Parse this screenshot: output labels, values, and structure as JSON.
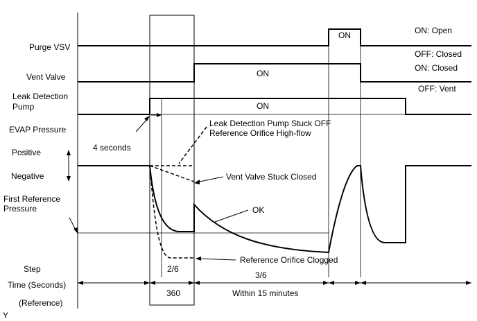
{
  "labels": {
    "purge_vsv": "Purge VSV",
    "vent_valve": "Vent Valve",
    "leak_detection_pump_1": "Leak Detection",
    "leak_detection_pump_2": "Pump",
    "evap_pressure": "EVAP Pressure",
    "positive": "Positive",
    "negative": "Negative",
    "first_ref_1": "First Reference",
    "first_ref_2": "Pressure",
    "step": "Step",
    "time_seconds": "Time (Seconds)",
    "reference": "(Reference)",
    "footnote": "Y"
  },
  "states": {
    "purge_on": "ON",
    "purge_open": "ON: Open",
    "purge_closed": "OFF: Closed",
    "vent_on": "ON",
    "vent_closed": "ON: Closed",
    "vent_vent": "OFF: Vent",
    "pump_on": "ON"
  },
  "annotations": {
    "four_seconds": "4 seconds",
    "stuck_off_1": "Leak Detection Pump Stuck OFF",
    "stuck_off_2": "Reference Orifice High-flow",
    "vent_stuck_closed": "Vent Valve Stuck Closed",
    "ok": "OK",
    "orifice_clogged": "Reference Orifice Clogged"
  },
  "steps": {
    "step_2": "2/6",
    "step_3": "3/6"
  },
  "times": {
    "t_360": "360",
    "within_15": "Within 15 minutes"
  }
}
